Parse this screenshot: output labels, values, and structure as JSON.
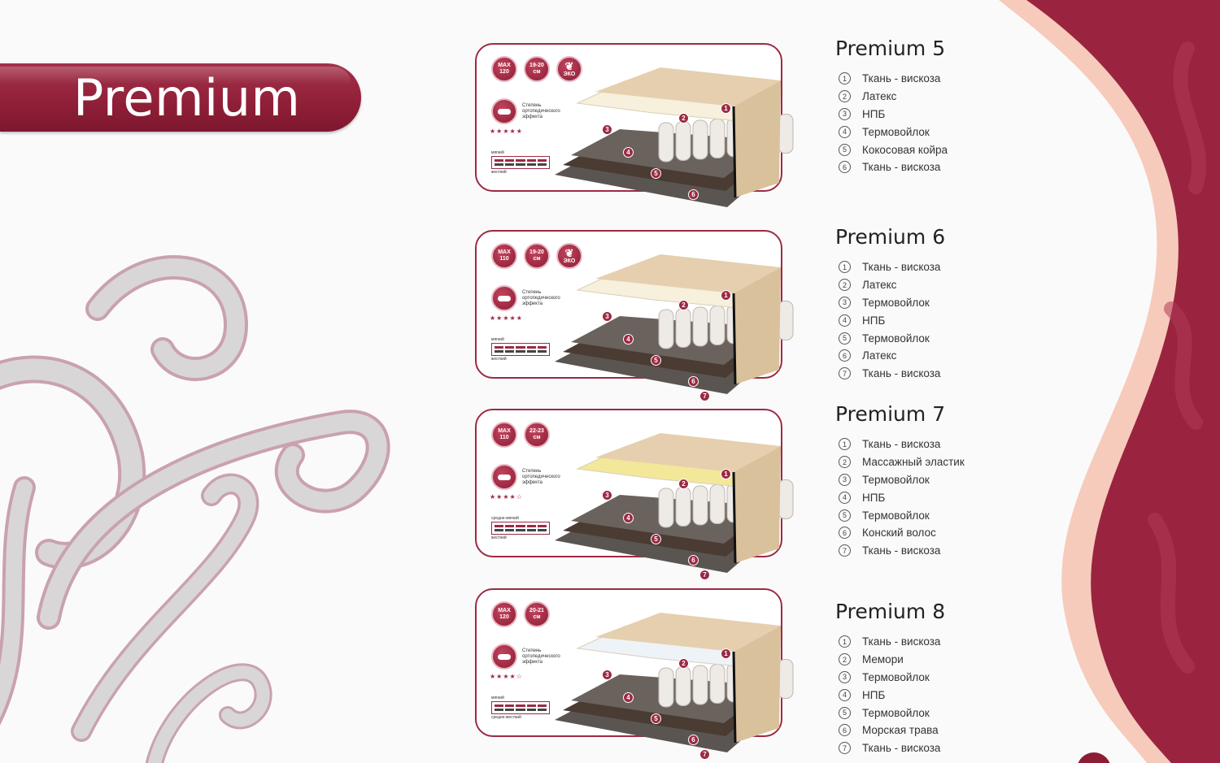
{
  "header": {
    "title": "Premium"
  },
  "colors": {
    "accent": "#9c2a44",
    "accent_dark": "#8c1d35",
    "swirl": "#d9d6d8",
    "swirl_shadow": "#c9a2ad",
    "peach": "#f6cbbb"
  },
  "badge_texts": {
    "max": "MAX",
    "height": "см",
    "eco": "ЭКО",
    "ortho_label": "Степень ортопедического эффекта"
  },
  "products": [
    {
      "title": "Premium 5",
      "max_load": "120",
      "height": "19-20",
      "eco": true,
      "stars": "★★★★★",
      "firm_top": "мягкий",
      "firm_bottom": "жесткий",
      "layers": [
        "Ткань - вискоза",
        "Латекс",
        "НПБ",
        "Термовойлок",
        "Кокосовая койра",
        "Ткань - вискоза"
      ]
    },
    {
      "title": "Premium 6",
      "max_load": "110",
      "height": "19-20",
      "eco": true,
      "stars": "★★★★★",
      "firm_top": "мягкий",
      "firm_bottom": "жесткий",
      "layers": [
        "Ткань - вискоза",
        "Латекс",
        "Термовойлок",
        "НПБ",
        "Термовойлок",
        "Латекс",
        "Ткань - вискоза"
      ]
    },
    {
      "title": "Premium 7",
      "max_load": "110",
      "height": "22-23",
      "eco": false,
      "stars": "★★★★☆",
      "firm_top": "средне-мягкий",
      "firm_bottom": "жесткий",
      "layers": [
        "Ткань - вискоза",
        "Массажный эластик",
        "Термовойлок",
        "НПБ",
        "Термовойлок",
        "Конский волос",
        "Ткань - вискоза"
      ]
    },
    {
      "title": "Premium 8",
      "max_load": "120",
      "height": "20-21",
      "eco": false,
      "stars": "★★★★☆",
      "firm_top": "мягкий",
      "firm_bottom": "средне-жесткий",
      "layers": [
        "Ткань - вискоза",
        "Мемори",
        "Термовойлок",
        "НПБ",
        "Термовойлок",
        "Морская трава",
        "Ткань - вискоза"
      ]
    }
  ]
}
